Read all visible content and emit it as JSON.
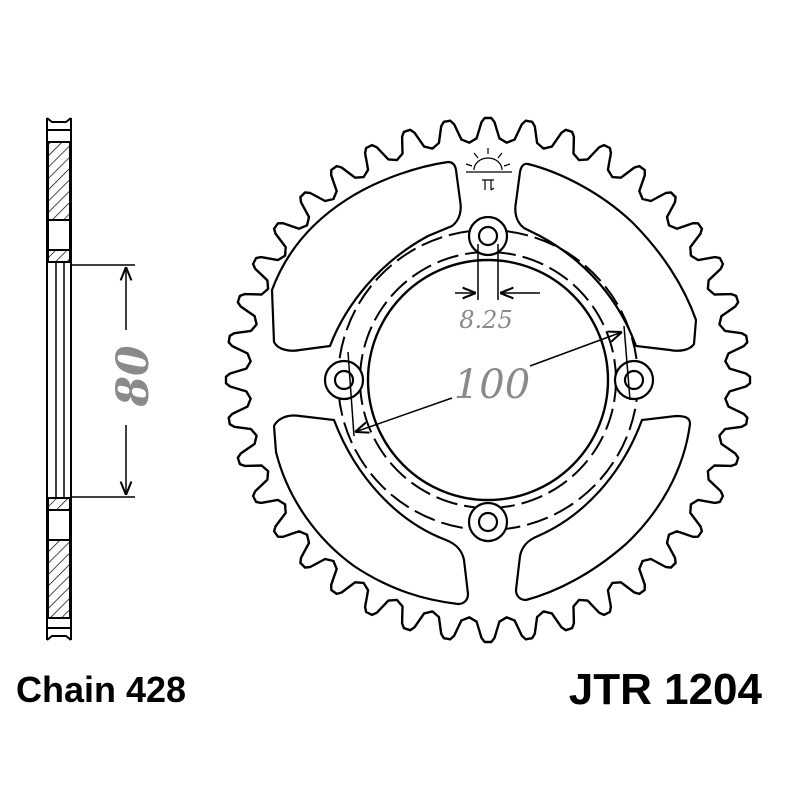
{
  "drawing": {
    "side_view_dimension": "80",
    "bolt_circle_diameter": "100",
    "bolt_hole_diameter": "8.25",
    "tooth_count": 40,
    "bolt_hole_count": 4
  },
  "captions": {
    "chain": "Chain 428",
    "part_number": "JTR 1204"
  },
  "colors": {
    "line": "#000000",
    "dimension_text": "#8a8a8a"
  }
}
